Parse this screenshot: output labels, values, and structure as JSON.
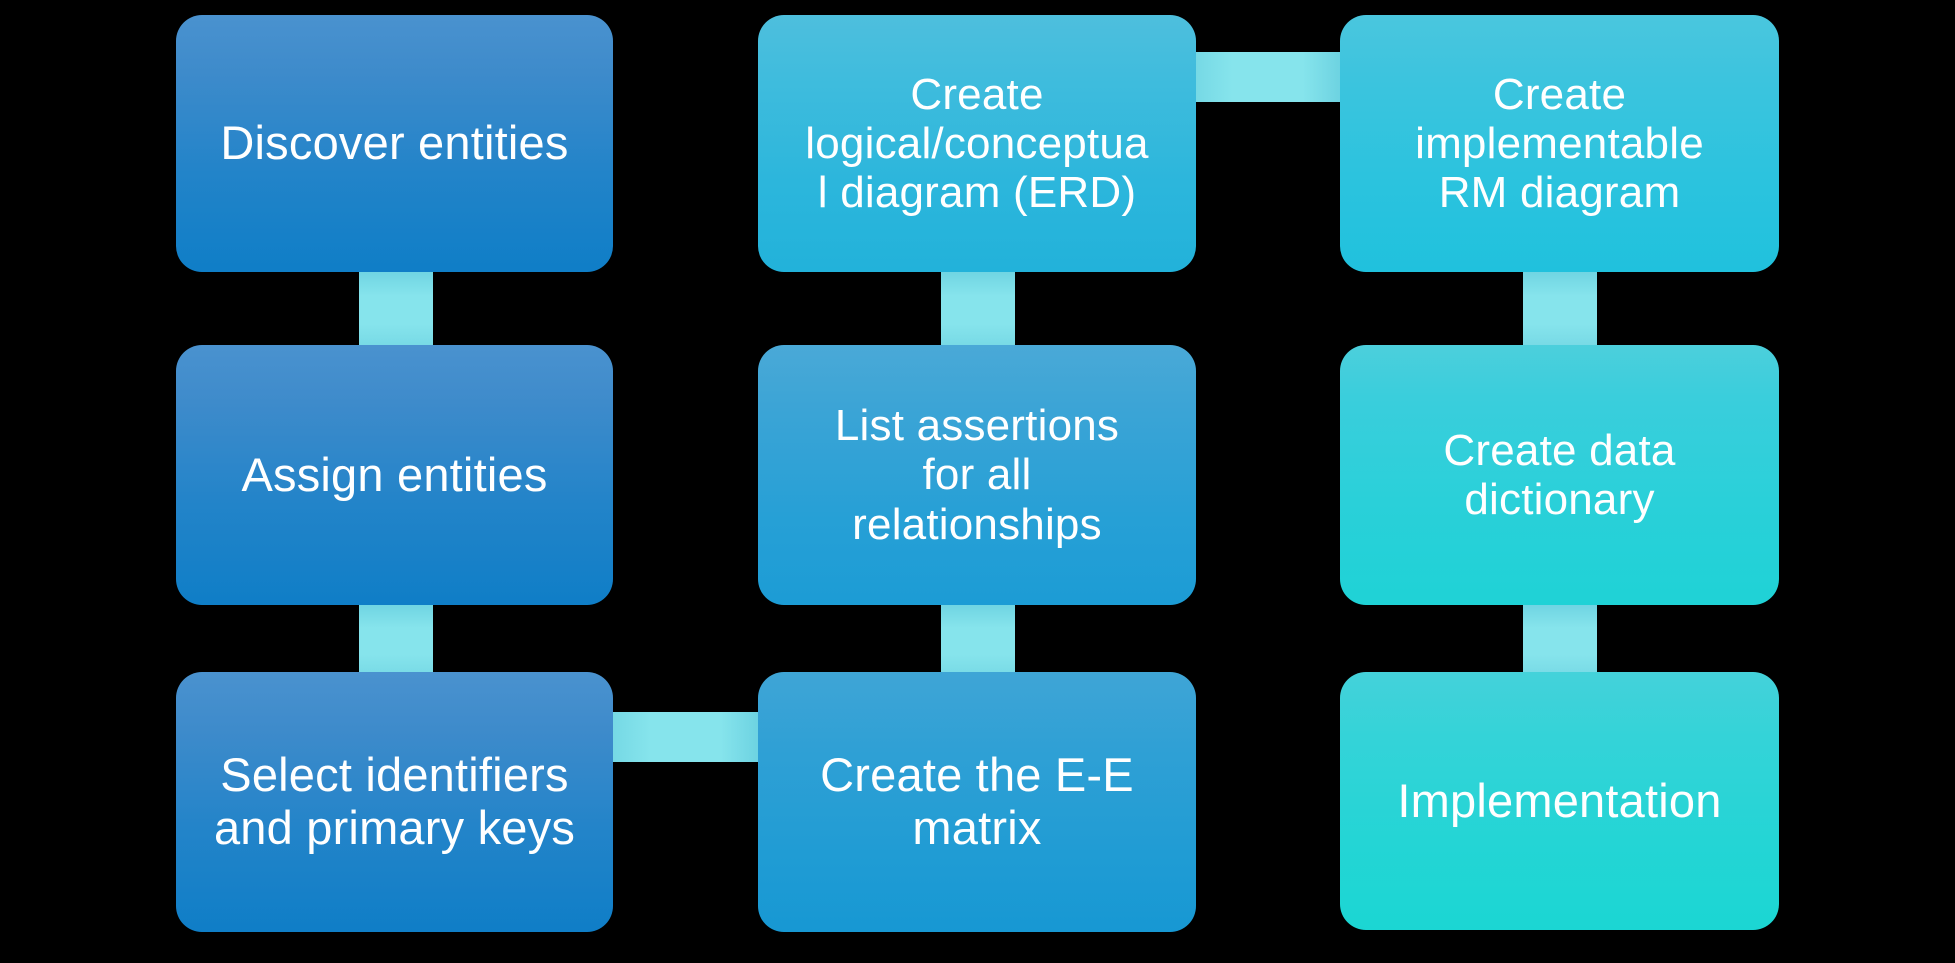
{
  "diagram": {
    "title": "Database design process flowchart",
    "background_color": "#000000",
    "connector_color": "#86e4ec",
    "text_color": "#ffffff",
    "columns": 3,
    "rows": 3
  },
  "nodes": [
    {
      "id": "discover-entities",
      "label": "Discover  entities",
      "column": 1,
      "row": 1,
      "fill_start": "#4a92cf",
      "fill_end": "#0f7ec7"
    },
    {
      "id": "create-logical-conceptual-diagram",
      "label": "Create\nlogical/conceptua\nl diagram (ERD)",
      "column": 2,
      "row": 1,
      "fill_start": "#4ebfdd",
      "fill_end": "#22b2da"
    },
    {
      "id": "create-implementable-rm-diagram",
      "label": "Create\nimplementable\nRM diagram",
      "column": 3,
      "row": 1,
      "fill_start": "#4ac6de",
      "fill_end": "#20c1dd"
    },
    {
      "id": "assign-entities",
      "label": "Assign entities",
      "column": 1,
      "row": 2,
      "fill_start": "#4a92cf",
      "fill_end": "#0f7ec7"
    },
    {
      "id": "list-assertions-for-all-relationships",
      "label": "List assertions\nfor all\nrelationships",
      "column": 2,
      "row": 2,
      "fill_start": "#4aa9d7",
      "fill_end": "#1c9cd5"
    },
    {
      "id": "create-data-dictionary",
      "label": "Create data\ndictionary",
      "column": 3,
      "row": 2,
      "fill_start": "#4ccfdc",
      "fill_end": "#1fd2d6"
    },
    {
      "id": "select-identifiers-and-primary-keys",
      "label": "Select identifiers\nand primary keys",
      "column": 1,
      "row": 3,
      "fill_start": "#4a92cf",
      "fill_end": "#0f7ec7"
    },
    {
      "id": "create-the-ee-matrix",
      "label": "Create the E-E\nmatrix",
      "column": 2,
      "row": 3,
      "fill_start": "#3fa5d6",
      "fill_end": "#1798d3"
    },
    {
      "id": "implementation",
      "label": "Implementation",
      "column": 3,
      "row": 3,
      "fill_start": "#44d2da",
      "fill_end": "#1bd6d3"
    }
  ],
  "connectors": [
    {
      "id": "c1-r1-r2",
      "from": "discover-entities",
      "to": "assign-entities",
      "orientation": "vertical"
    },
    {
      "id": "c1-r2-r3",
      "from": "assign-entities",
      "to": "select-identifiers-and-primary-keys",
      "orientation": "vertical"
    },
    {
      "id": "c2-r1-r2",
      "from": "create-logical-conceptual-diagram",
      "to": "list-assertions-for-all-relationships",
      "orientation": "vertical"
    },
    {
      "id": "c2-r2-r3",
      "from": "list-assertions-for-all-relationships",
      "to": "create-the-ee-matrix",
      "orientation": "vertical"
    },
    {
      "id": "c3-r1-r2",
      "from": "create-implementable-rm-diagram",
      "to": "create-data-dictionary",
      "orientation": "vertical"
    },
    {
      "id": "c3-r2-r3",
      "from": "create-data-dictionary",
      "to": "implementation",
      "orientation": "vertical"
    },
    {
      "id": "r1-c2-c3",
      "from": "create-logical-conceptual-diagram",
      "to": "create-implementable-rm-diagram",
      "orientation": "horizontal"
    },
    {
      "id": "r3-c1-c2",
      "from": "select-identifiers-and-primary-keys",
      "to": "create-the-ee-matrix",
      "orientation": "horizontal"
    }
  ]
}
